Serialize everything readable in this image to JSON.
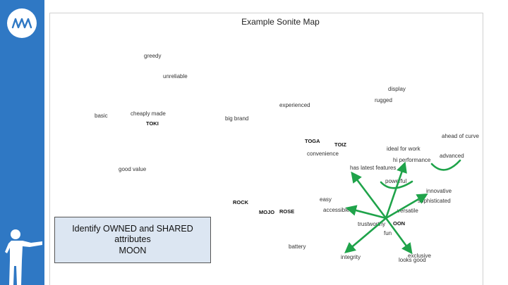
{
  "map": {
    "title": "Example Sonite Map",
    "attributes": [
      {
        "id": "greedy",
        "text": "greedy"
      },
      {
        "id": "unreliable",
        "text": "unreliable"
      },
      {
        "id": "display",
        "text": "display"
      },
      {
        "id": "rugged",
        "text": "rugged"
      },
      {
        "id": "experienced",
        "text": "experienced"
      },
      {
        "id": "basic",
        "text": "basic"
      },
      {
        "id": "cheaply-made",
        "text": "cheaply made"
      },
      {
        "id": "big-brand",
        "text": "big brand"
      },
      {
        "id": "ahead-of-curve",
        "text": "ahead of curve"
      },
      {
        "id": "ideal-for-work",
        "text": "ideal for work"
      },
      {
        "id": "convenience",
        "text": "convenience"
      },
      {
        "id": "advanced",
        "text": "advanced"
      },
      {
        "id": "hi-performance",
        "text": "hi performance"
      },
      {
        "id": "has-latest-features",
        "text": "has latest features"
      },
      {
        "id": "good-value",
        "text": "good value"
      },
      {
        "id": "powerful",
        "text": "powerful"
      },
      {
        "id": "innovative",
        "text": "innovative"
      },
      {
        "id": "sophisticated",
        "text": "sophisticated"
      },
      {
        "id": "easy",
        "text": "easy"
      },
      {
        "id": "accessible",
        "text": "accessible"
      },
      {
        "id": "versatile",
        "text": "versatile"
      },
      {
        "id": "trustworthy",
        "text": "trustworthy"
      },
      {
        "id": "fun",
        "text": "fun"
      },
      {
        "id": "battery",
        "text": "battery"
      },
      {
        "id": "integrity",
        "text": "integrity"
      },
      {
        "id": "exclusive",
        "text": "exclusive"
      },
      {
        "id": "looks-good",
        "text": "looks good"
      }
    ],
    "brands": [
      {
        "id": "toki",
        "text": "TOKI"
      },
      {
        "id": "toga",
        "text": "TOGA"
      },
      {
        "id": "toiz",
        "text": "TOIZ"
      },
      {
        "id": "rock",
        "text": "ROCK"
      },
      {
        "id": "mojo",
        "text": "MOJO"
      },
      {
        "id": "rose",
        "text": "ROSE"
      },
      {
        "id": "moon",
        "text": "OON"
      }
    ]
  },
  "callout": {
    "line1": "Identify OWNED and SHARED",
    "line2": "attributes",
    "line3": "MOON"
  },
  "colors": {
    "sidebar": "#2f78c4",
    "arrow": "#1fa34a",
    "callout_bg": "#dce6f2"
  }
}
